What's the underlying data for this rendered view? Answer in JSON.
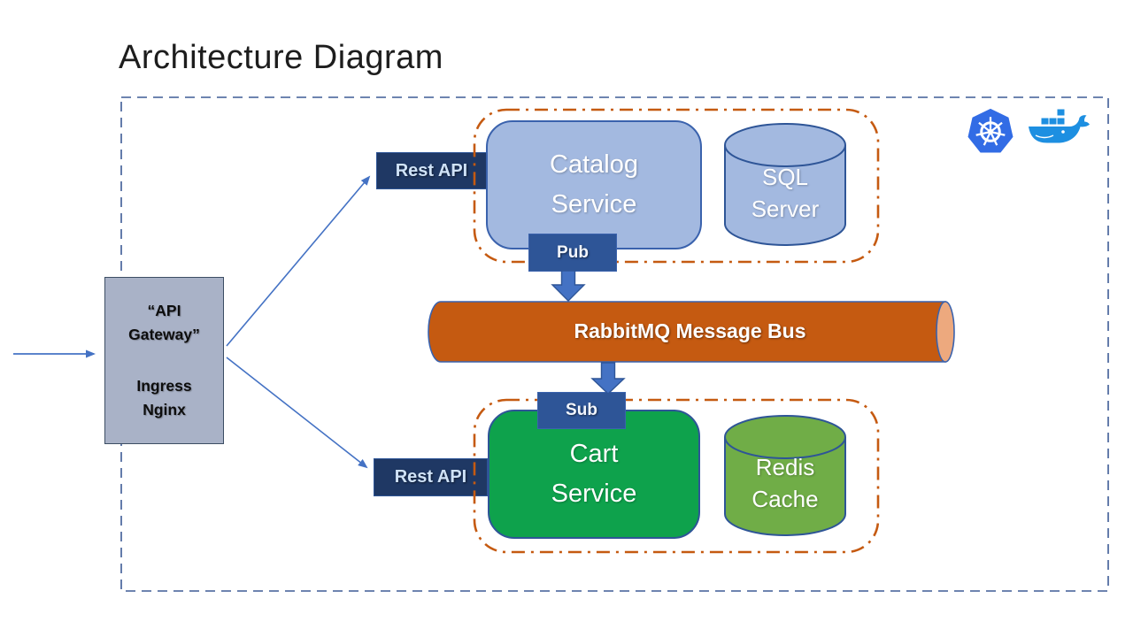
{
  "title": "Architecture Diagram",
  "gateway": {
    "title": "“API Gateway”",
    "subtitle": "Ingress Nginx"
  },
  "connectors": {
    "rest_api_top": "Rest API",
    "rest_api_bottom": "Rest API",
    "pub": "Pub",
    "sub": "Sub"
  },
  "bus": {
    "label": "RabbitMQ Message Bus"
  },
  "catalog_group": {
    "service": "Catalog Service",
    "database": "SQL Server"
  },
  "cart_group": {
    "service": "Cart Service",
    "database": "Redis Cache"
  },
  "icons": {
    "kubernetes": "kubernetes-logo",
    "docker": "docker-logo"
  },
  "colors": {
    "accent_blue": "#4472c4",
    "navy": "#1f3864",
    "mid_blue": "#2e5597",
    "light_blue_fill": "#a3b9e0",
    "gateway_fill": "#a9b2c7",
    "orange": "#c55a11",
    "orange_cap": "#eda97e",
    "green": "#0ea24c",
    "light_green": "#70ad47",
    "kubernetes_blue": "#326ce5",
    "docker_blue": "#1d8fe1",
    "dashed_border": "#3e5c96"
  }
}
